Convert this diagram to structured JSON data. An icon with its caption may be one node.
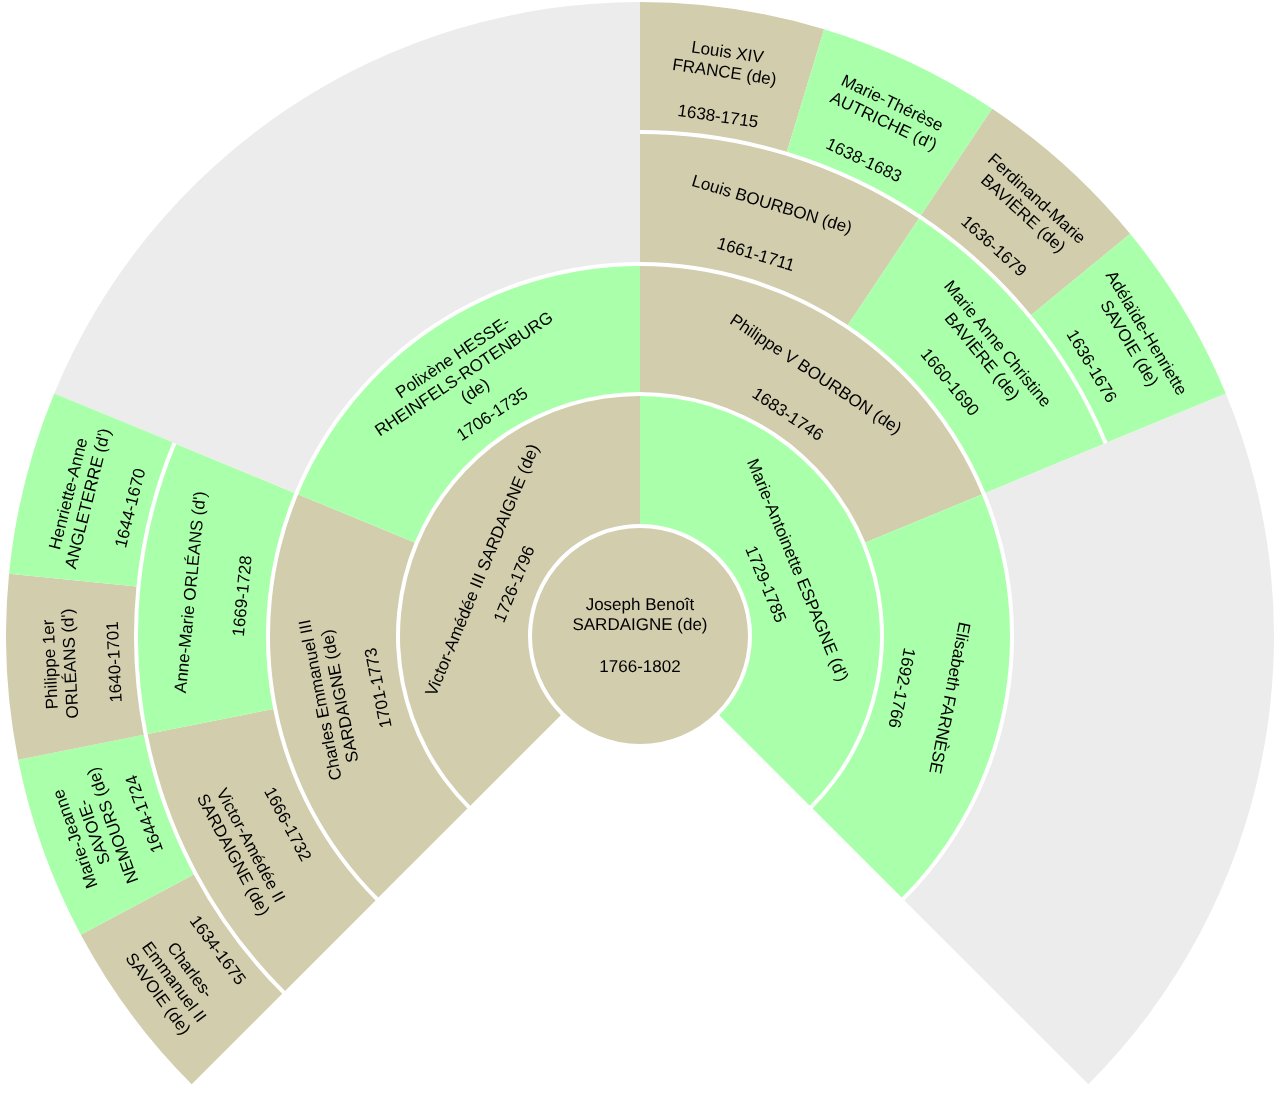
{
  "diagram": {
    "nodes": [
      {
        "text": [
          "Joseph Benoît SARDAIGNE (de)",
          "1766-1802"
        ]
      },
      {
        "text": [
          "Victor-Amédée III SARDAIGNE (de)",
          "1726-1796"
        ]
      },
      {
        "text": [
          "Marie-Antoinette ESPAGNE (d')",
          "1729-1785"
        ]
      },
      {
        "text": [
          "Charles Emmanuel III SARDAIGNE (de)",
          "1701-1773"
        ]
      },
      {
        "text": [
          "Polixène HESSE-RHEINFELS-ROTENBURG (de)",
          "1706-1735"
        ]
      },
      {
        "text": [
          "Philippe V BOURBON (de)",
          "1683-1746"
        ]
      },
      {
        "text": [
          "Elisabeth FARNÈSE",
          "1692-1766"
        ]
      },
      {
        "text": [
          "Victor-Amédée II SARDAIGNE (de)",
          "1666-1732"
        ]
      },
      {
        "text": [
          "Anne-Marie ORLÉANS (d')",
          "1669-1728"
        ]
      },
      {
        "text": [],
        "shape": "wedge"
      },
      {
        "text": [
          "Louis BOURBON (de)",
          "1661-1711"
        ]
      },
      {
        "text": [
          "Marie Anne Christine BAVIÈRE (de)",
          "1660-1690"
        ]
      },
      {
        "text": [],
        "shape": "wedge"
      },
      {
        "text": [
          "Charles-Emmanuel II SAVOIE (de)",
          "1634-1675"
        ]
      },
      {
        "text": [
          "Marie-Jeanne SAVOIE-NEMOURS (de)",
          "1644-1724"
        ]
      },
      {
        "text": [
          "Philippe 1er ORLÉANS (d')",
          "1640-1701"
        ]
      },
      {
        "text": [
          "Henriette-Anne ANGLETERRE (d')",
          "1644-1670"
        ]
      },
      {
        "text": [
          "Louis XIV FRANCE (de)",
          "1638-1715"
        ]
      },
      {
        "text": [
          "Marie-Thérèse AUTRICHE (d')",
          "1638-1683"
        ]
      },
      {
        "text": [
          "Ferdinand-Marie BAVIÈRE (de)",
          "1636-1679"
        ]
      },
      {
        "text": [
          "Adélaïde-Henriette SAVOIE (de)",
          "1636-1676"
        ]
      }
    ]
  }
}
